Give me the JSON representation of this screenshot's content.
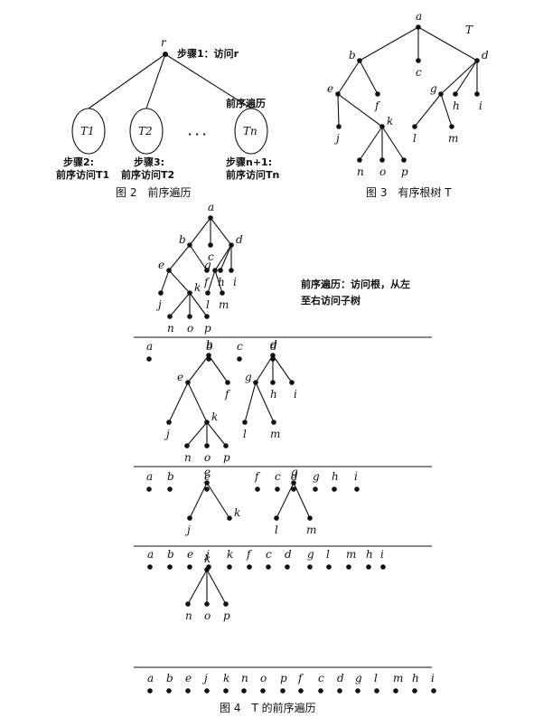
{
  "fig2": {
    "root_label": "r",
    "step1": "步骤1：访问r",
    "side_label": "前序遍历",
    "subtrees": [
      "T1",
      "T2",
      "Tn"
    ],
    "ellipsis": "· · ·",
    "step_a_line1": "步骤2:",
    "step_a_line2": "前序访问T1",
    "step_b_line1": "步骤3:",
    "step_b_line2": "前序访问T2",
    "step_c_line1": "步骤n+1:",
    "step_c_line2": "前序访问Tn",
    "caption": "图 2　前序遍历"
  },
  "fig3": {
    "tree_name": "T",
    "caption": "图 3　有序根树 T"
  },
  "fig4": {
    "note_line1": "前序遍历：访问根，从左",
    "note_line2": "至右访问子树",
    "caption": "图 4　T 的前序遍历"
  },
  "tree": {
    "nodes": [
      "a",
      "b",
      "c",
      "d",
      "e",
      "f",
      "g",
      "h",
      "i",
      "j",
      "k",
      "l",
      "m",
      "n",
      "o",
      "p"
    ],
    "edges": [
      [
        "a",
        "b"
      ],
      [
        "a",
        "c"
      ],
      [
        "a",
        "d"
      ],
      [
        "b",
        "e"
      ],
      [
        "b",
        "f"
      ],
      [
        "d",
        "g"
      ],
      [
        "d",
        "h"
      ],
      [
        "d",
        "i"
      ],
      [
        "e",
        "j"
      ],
      [
        "e",
        "k"
      ],
      [
        "g",
        "l"
      ],
      [
        "g",
        "m"
      ],
      [
        "k",
        "n"
      ],
      [
        "k",
        "o"
      ],
      [
        "k",
        "p"
      ]
    ]
  },
  "levels": [
    [
      "a",
      "b",
      "c",
      "d"
    ],
    [
      "a",
      "b",
      "e",
      "f",
      "c",
      "d",
      "g",
      "h",
      "i"
    ],
    [
      "a",
      "b",
      "e",
      "j",
      "k",
      "f",
      "c",
      "d",
      "g",
      "l",
      "m",
      "h",
      "i"
    ],
    [
      "a",
      "b",
      "e",
      "j",
      "k",
      "n",
      "o",
      "p",
      "f",
      "c",
      "d",
      "g",
      "l",
      "m",
      "h",
      "i"
    ]
  ]
}
